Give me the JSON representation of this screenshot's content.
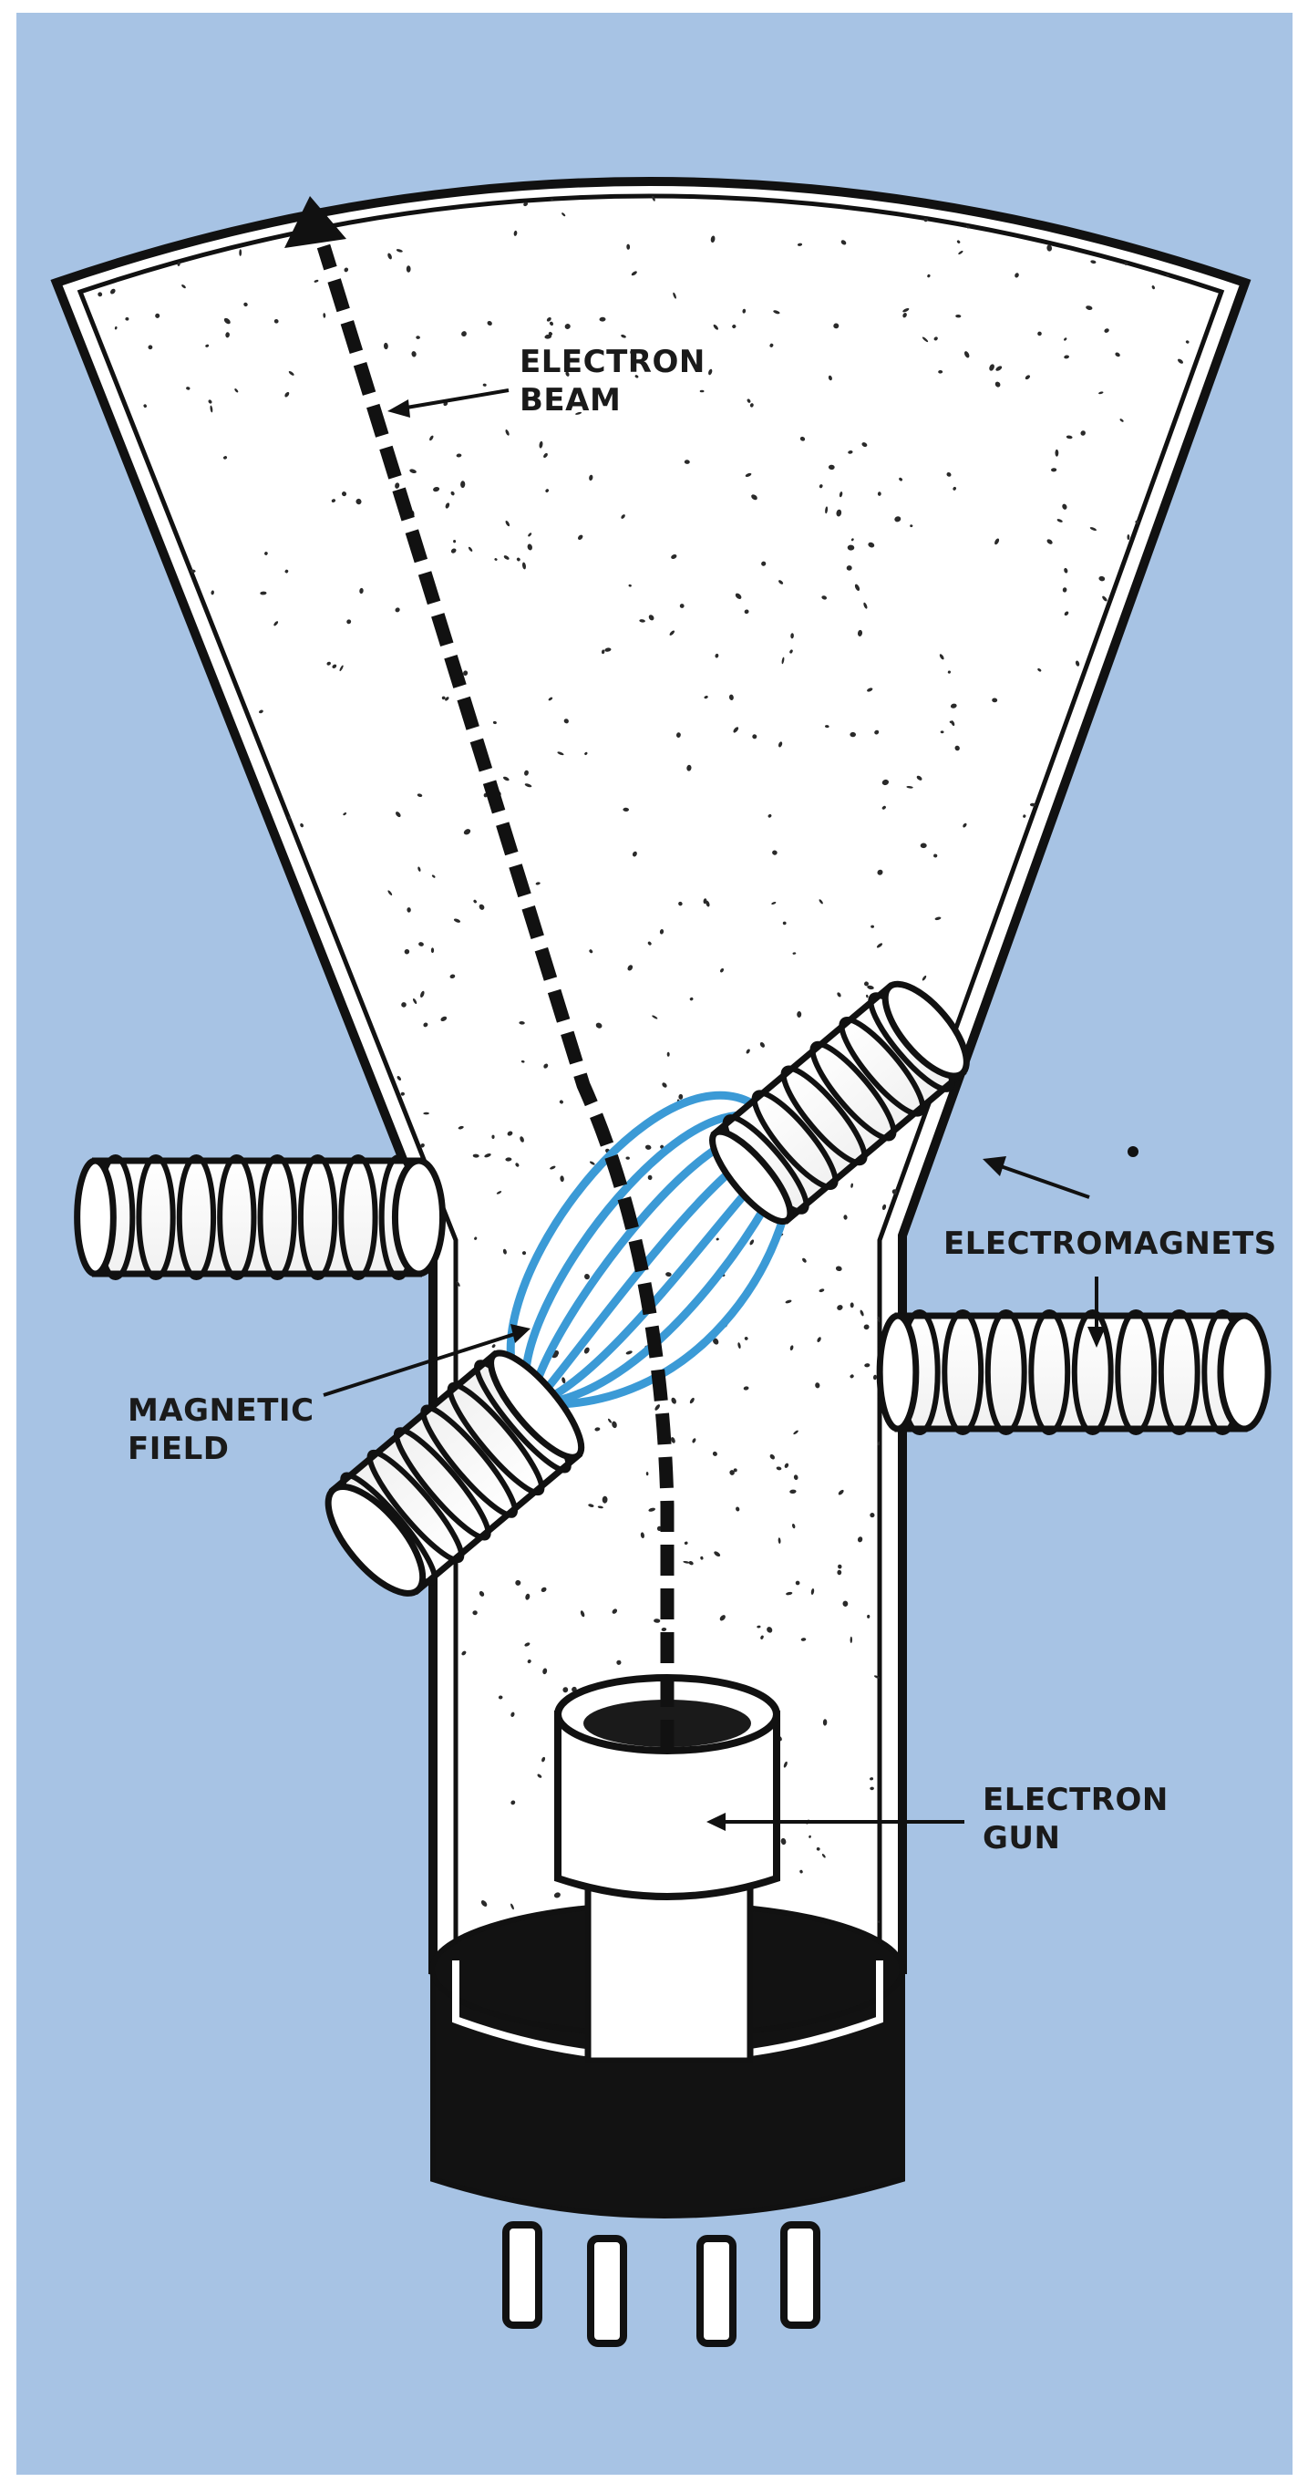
{
  "colors": {
    "background": "#a7c3e4",
    "border": "#ffffff",
    "glass": "#ffffff",
    "outline": "#111111",
    "field_lines": "#3b9ad6",
    "speckle": "#2a2a2a"
  },
  "icons": {
    "tube": "crt-tube-icon",
    "gun": "electron-gun-icon",
    "magnet": "electromagnet-coil-icon",
    "beam": "dashed-arrow-icon"
  },
  "labels": {
    "electron_beam": [
      "ELECTRON",
      "BEAM"
    ],
    "electromagnets": [
      "ELECTROMAGNETS"
    ],
    "magnetic_field": [
      "MAGNETIC",
      "FIELD"
    ],
    "electron_gun": [
      "ELECTRON",
      "GUN"
    ]
  }
}
